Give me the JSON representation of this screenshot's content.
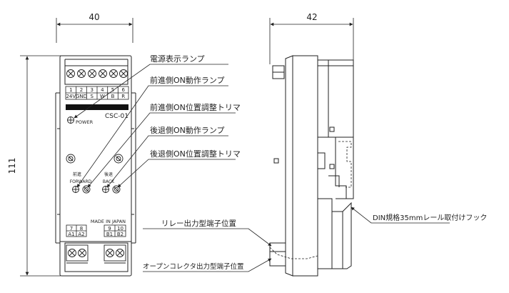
{
  "dimensions": {
    "width_front": "40",
    "width_side": "42",
    "height": "111"
  },
  "callouts": {
    "power_lamp": "電源表示ランプ",
    "forward_on_lamp": "前進側ON動作ランプ",
    "forward_on_trimmer": "前進側ON位置調整トリマ",
    "back_on_lamp": "後退側ON動作ランプ",
    "back_on_trimmer": "後退側ON位置調整トリマ",
    "relay_terminal": "リレー出力型端子位置",
    "open_collector_terminal": "オープンコレクタ出力型端子位置",
    "din_hook": "DIN規格35mmレール取付けフック"
  },
  "device": {
    "model": "CSC-01",
    "power_label": "POWER",
    "forward_jp": "前進",
    "forward_en": "FORWARD",
    "back_jp": "後退",
    "back_en": "BACK",
    "made_in": "MADE IN JAPAN",
    "top_terminals": [
      {
        "num": "1",
        "sig": "24V"
      },
      {
        "num": "2",
        "sig": "GND"
      },
      {
        "num": "3",
        "sig": "S"
      },
      {
        "num": "4",
        "sig": "W"
      },
      {
        "num": "5",
        "sig": "B"
      },
      {
        "num": "6",
        "sig": "R"
      }
    ],
    "bottom_left_terminals": [
      {
        "num": "7",
        "sig": "A1"
      },
      {
        "num": "8",
        "sig": "A2"
      }
    ],
    "bottom_right_terminals": [
      {
        "num": "9",
        "sig": "B1"
      },
      {
        "num": "10",
        "sig": "B2"
      }
    ]
  }
}
